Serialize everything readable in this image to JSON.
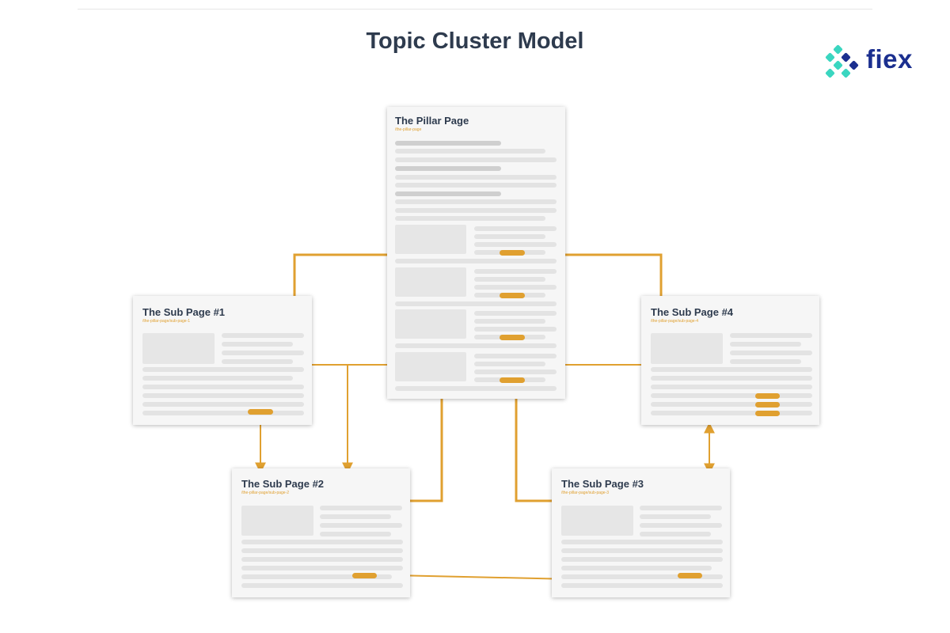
{
  "title": "Topic Cluster Model",
  "logo": {
    "text": "fiex",
    "icon": "fiex-logo-icon"
  },
  "pages": {
    "pillar": {
      "title": "The Pillar Page",
      "url": "/the-pillar-page"
    },
    "sub1": {
      "title": "The Sub Page #1",
      "url": "/the-pillar-page/sub-page-1"
    },
    "sub2": {
      "title": "The Sub Page #2",
      "url": "/the-pillar-page/sub-page-2"
    },
    "sub3": {
      "title": "The Sub Page #3",
      "url": "/the-pillar-page/sub-page-3"
    },
    "sub4": {
      "title": "The Sub Page #4",
      "url": "/the-pillar-page/sub-page-4"
    }
  },
  "colors": {
    "connector": "#e0a030",
    "title": "#2e3b4e",
    "page": "#f6f6f6",
    "placeholder": "#e3e3e3",
    "logo_text": "#1b2f8f",
    "logo_icon": "#3ad6c0"
  }
}
